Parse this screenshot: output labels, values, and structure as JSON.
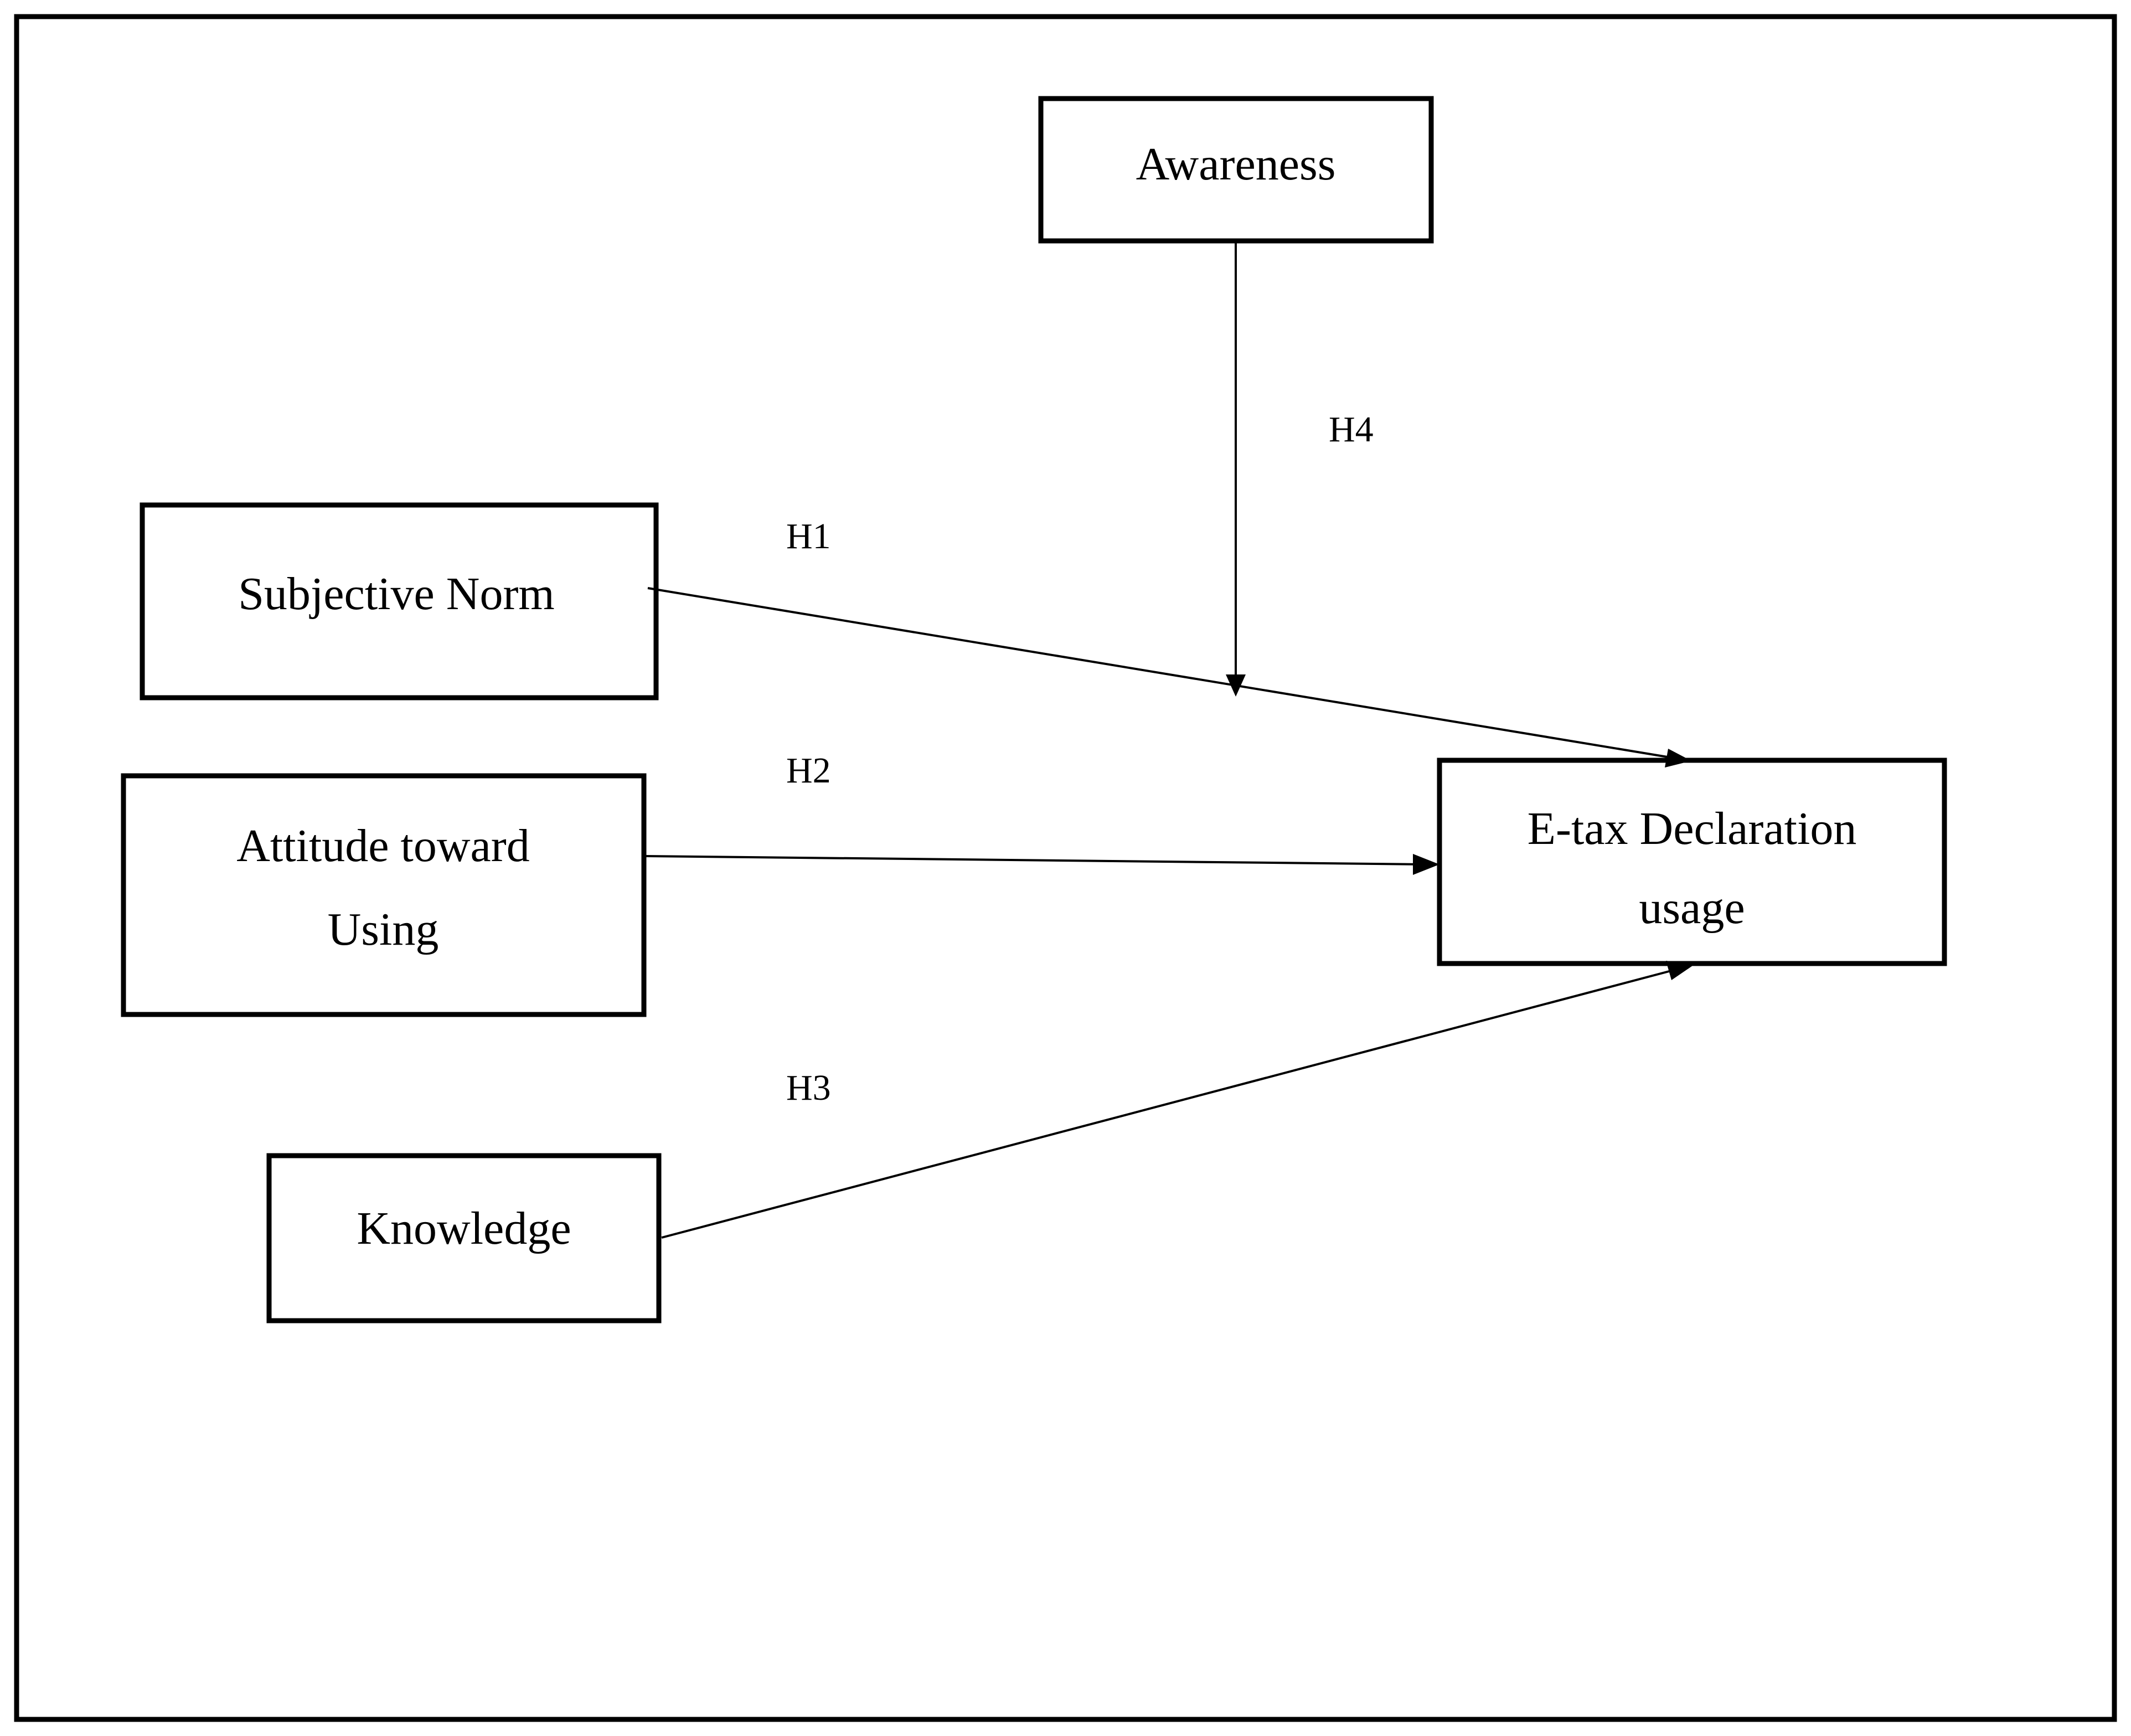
{
  "nodes": {
    "awareness": {
      "label": "Awareness"
    },
    "subjective_norm": {
      "label": "Subjective Norm"
    },
    "attitude": {
      "line1": "Attitude toward",
      "line2": "Using"
    },
    "knowledge": {
      "label": "Knowledge"
    },
    "etax_usage": {
      "line1": "E-tax Declaration",
      "line2": "usage"
    }
  },
  "hypotheses": {
    "h1": "H1",
    "h2": "H2",
    "h3": "H3",
    "h4": "H4"
  },
  "edges": [
    {
      "from": "subjective_norm",
      "to": "etax_usage",
      "label": "H1"
    },
    {
      "from": "attitude",
      "to": "etax_usage",
      "label": "H2"
    },
    {
      "from": "knowledge",
      "to": "etax_usage",
      "label": "H3"
    },
    {
      "from": "awareness",
      "to": "H1 path",
      "label": "H4",
      "type": "moderation"
    }
  ]
}
